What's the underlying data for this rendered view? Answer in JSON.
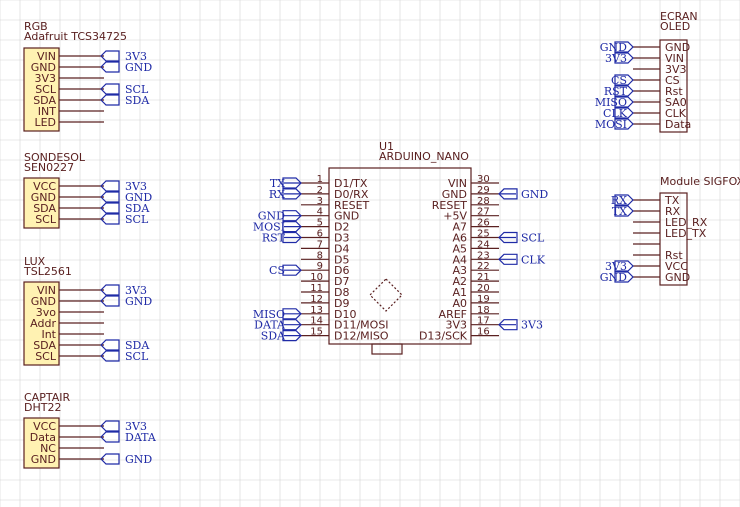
{
  "colors": {
    "background": "#ffffff",
    "grid": "#d4d4d4",
    "component_fill": "#fff2b2",
    "component_text": "#5a2020",
    "net_label": "#1f2aa6",
    "wire": "#5a2020"
  },
  "rgb": {
    "name": "RGB",
    "part": "Adafruit TCS34725",
    "pins": [
      "VIN",
      "GND",
      "3V3",
      "SCL",
      "SDA",
      "INT",
      "LED"
    ],
    "nets": [
      "3V3",
      "GND",
      "",
      "SCL",
      "SDA",
      "",
      ""
    ]
  },
  "sondesol": {
    "name": "SONDESOL",
    "part": "SEN0227",
    "pins": [
      "VCC",
      "GND",
      "SDA",
      "SCL"
    ],
    "nets": [
      "3V3",
      "GND",
      "SDA",
      "SCL"
    ]
  },
  "lux": {
    "name": "LUX",
    "part": "TSL2561",
    "pins": [
      "VIN",
      "GND",
      "3vo",
      "Addr",
      "Int",
      "SDA",
      "SCL"
    ],
    "nets": [
      "3V3",
      "GND",
      "",
      "",
      "",
      "SDA",
      "SCL"
    ]
  },
  "captair": {
    "name": "CAPTAIR",
    "part": "DHT22",
    "pins": [
      "VCC",
      "Data",
      "NC",
      "GND"
    ],
    "nets": [
      "3V3",
      "DATA",
      "",
      "GND"
    ]
  },
  "arduino": {
    "ref": "U1",
    "part": "ARDUINO_NANO",
    "left_pins": [
      {
        "num": "1",
        "name": "D1/TX",
        "net": "TX"
      },
      {
        "num": "2",
        "name": "D0/RX",
        "net": "RX"
      },
      {
        "num": "3",
        "name": "RESET",
        "net": ""
      },
      {
        "num": "4",
        "name": "GND",
        "net": "GND"
      },
      {
        "num": "5",
        "name": "D2",
        "net": "MOSI"
      },
      {
        "num": "6",
        "name": "D3",
        "net": "RST"
      },
      {
        "num": "7",
        "name": "D4",
        "net": ""
      },
      {
        "num": "8",
        "name": "D5",
        "net": ""
      },
      {
        "num": "9",
        "name": "D6",
        "net": "CS"
      },
      {
        "num": "10",
        "name": "D7",
        "net": ""
      },
      {
        "num": "11",
        "name": "D8",
        "net": ""
      },
      {
        "num": "12",
        "name": "D9",
        "net": ""
      },
      {
        "num": "13",
        "name": "D10",
        "net": "MISO"
      },
      {
        "num": "14",
        "name": "D11/MOSI",
        "net": "DATA"
      },
      {
        "num": "15",
        "name": "D12/MISO",
        "net": "SDA"
      }
    ],
    "right_pins": [
      {
        "num": "30",
        "name": "VIN",
        "net": ""
      },
      {
        "num": "29",
        "name": "GND",
        "net": "GND"
      },
      {
        "num": "28",
        "name": "RESET",
        "net": ""
      },
      {
        "num": "27",
        "name": "+5V",
        "net": ""
      },
      {
        "num": "26",
        "name": "A7",
        "net": ""
      },
      {
        "num": "25",
        "name": "A6",
        "net": "SCL"
      },
      {
        "num": "24",
        "name": "A5",
        "net": ""
      },
      {
        "num": "23",
        "name": "A4",
        "net": "CLK"
      },
      {
        "num": "22",
        "name": "A3",
        "net": ""
      },
      {
        "num": "21",
        "name": "A2",
        "net": ""
      },
      {
        "num": "20",
        "name": "A1",
        "net": ""
      },
      {
        "num": "19",
        "name": "A0",
        "net": ""
      },
      {
        "num": "18",
        "name": "AREF",
        "net": ""
      },
      {
        "num": "17",
        "name": "3V3",
        "net": "3V3"
      },
      {
        "num": "16",
        "name": "D13/SCK",
        "net": ""
      }
    ]
  },
  "oled": {
    "name": "ECRAN",
    "part": "OLED",
    "pins": [
      "GND",
      "VIN",
      "3V3",
      "CS",
      "Rst",
      "SA0",
      "CLK",
      "Data"
    ],
    "nets": [
      "GND",
      "3V3",
      "",
      "CS",
      "RST",
      "MISO",
      "CLK",
      "MOSI"
    ]
  },
  "sigfox": {
    "name": "Module SIGFOX",
    "pins": [
      "TX",
      "RX",
      "LED_RX",
      "LED_TX",
      "",
      "Rst",
      "VCC",
      "GND"
    ],
    "nets": [
      "RX",
      "TX",
      "",
      "",
      "",
      "",
      "3V3",
      "GND"
    ]
  }
}
